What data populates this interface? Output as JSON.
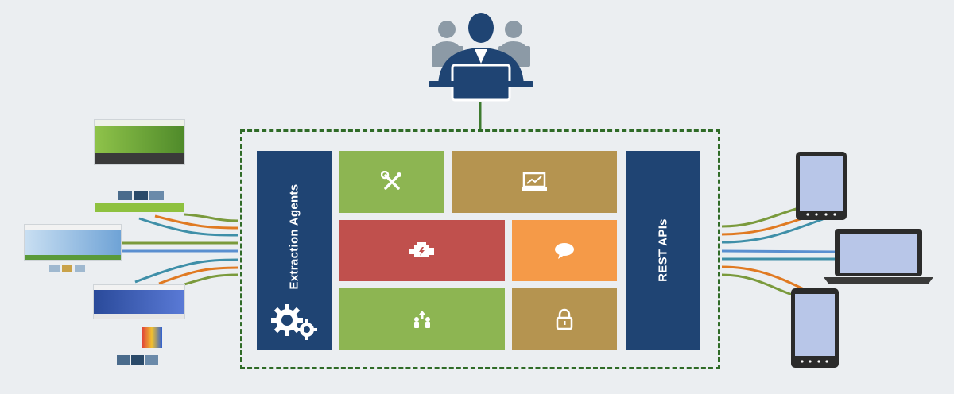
{
  "diagram": {
    "left_column_label": "Extraction Agents",
    "right_column_label": "REST APIs"
  },
  "colors": {
    "navy": "#1f4473",
    "green": "#8db552",
    "tan": "#b59450",
    "red": "#c0504d",
    "orange": "#f59a48",
    "frame": "#2f6b27",
    "line_green": "#7a9a3c",
    "line_orange": "#e07a22",
    "line_teal": "#3f8fa8",
    "line_blue": "#5a8fd0"
  },
  "tiles": [
    {
      "name": "tools-tile",
      "icon": "tools-icon"
    },
    {
      "name": "dashboard-tile",
      "icon": "monitor-chart-icon"
    },
    {
      "name": "engine-tile",
      "icon": "engine-icon"
    },
    {
      "name": "chat-tile",
      "icon": "speech-bubble-icon"
    },
    {
      "name": "users-tile",
      "icon": "people-up-icon"
    },
    {
      "name": "security-tile",
      "icon": "padlock-icon"
    }
  ]
}
